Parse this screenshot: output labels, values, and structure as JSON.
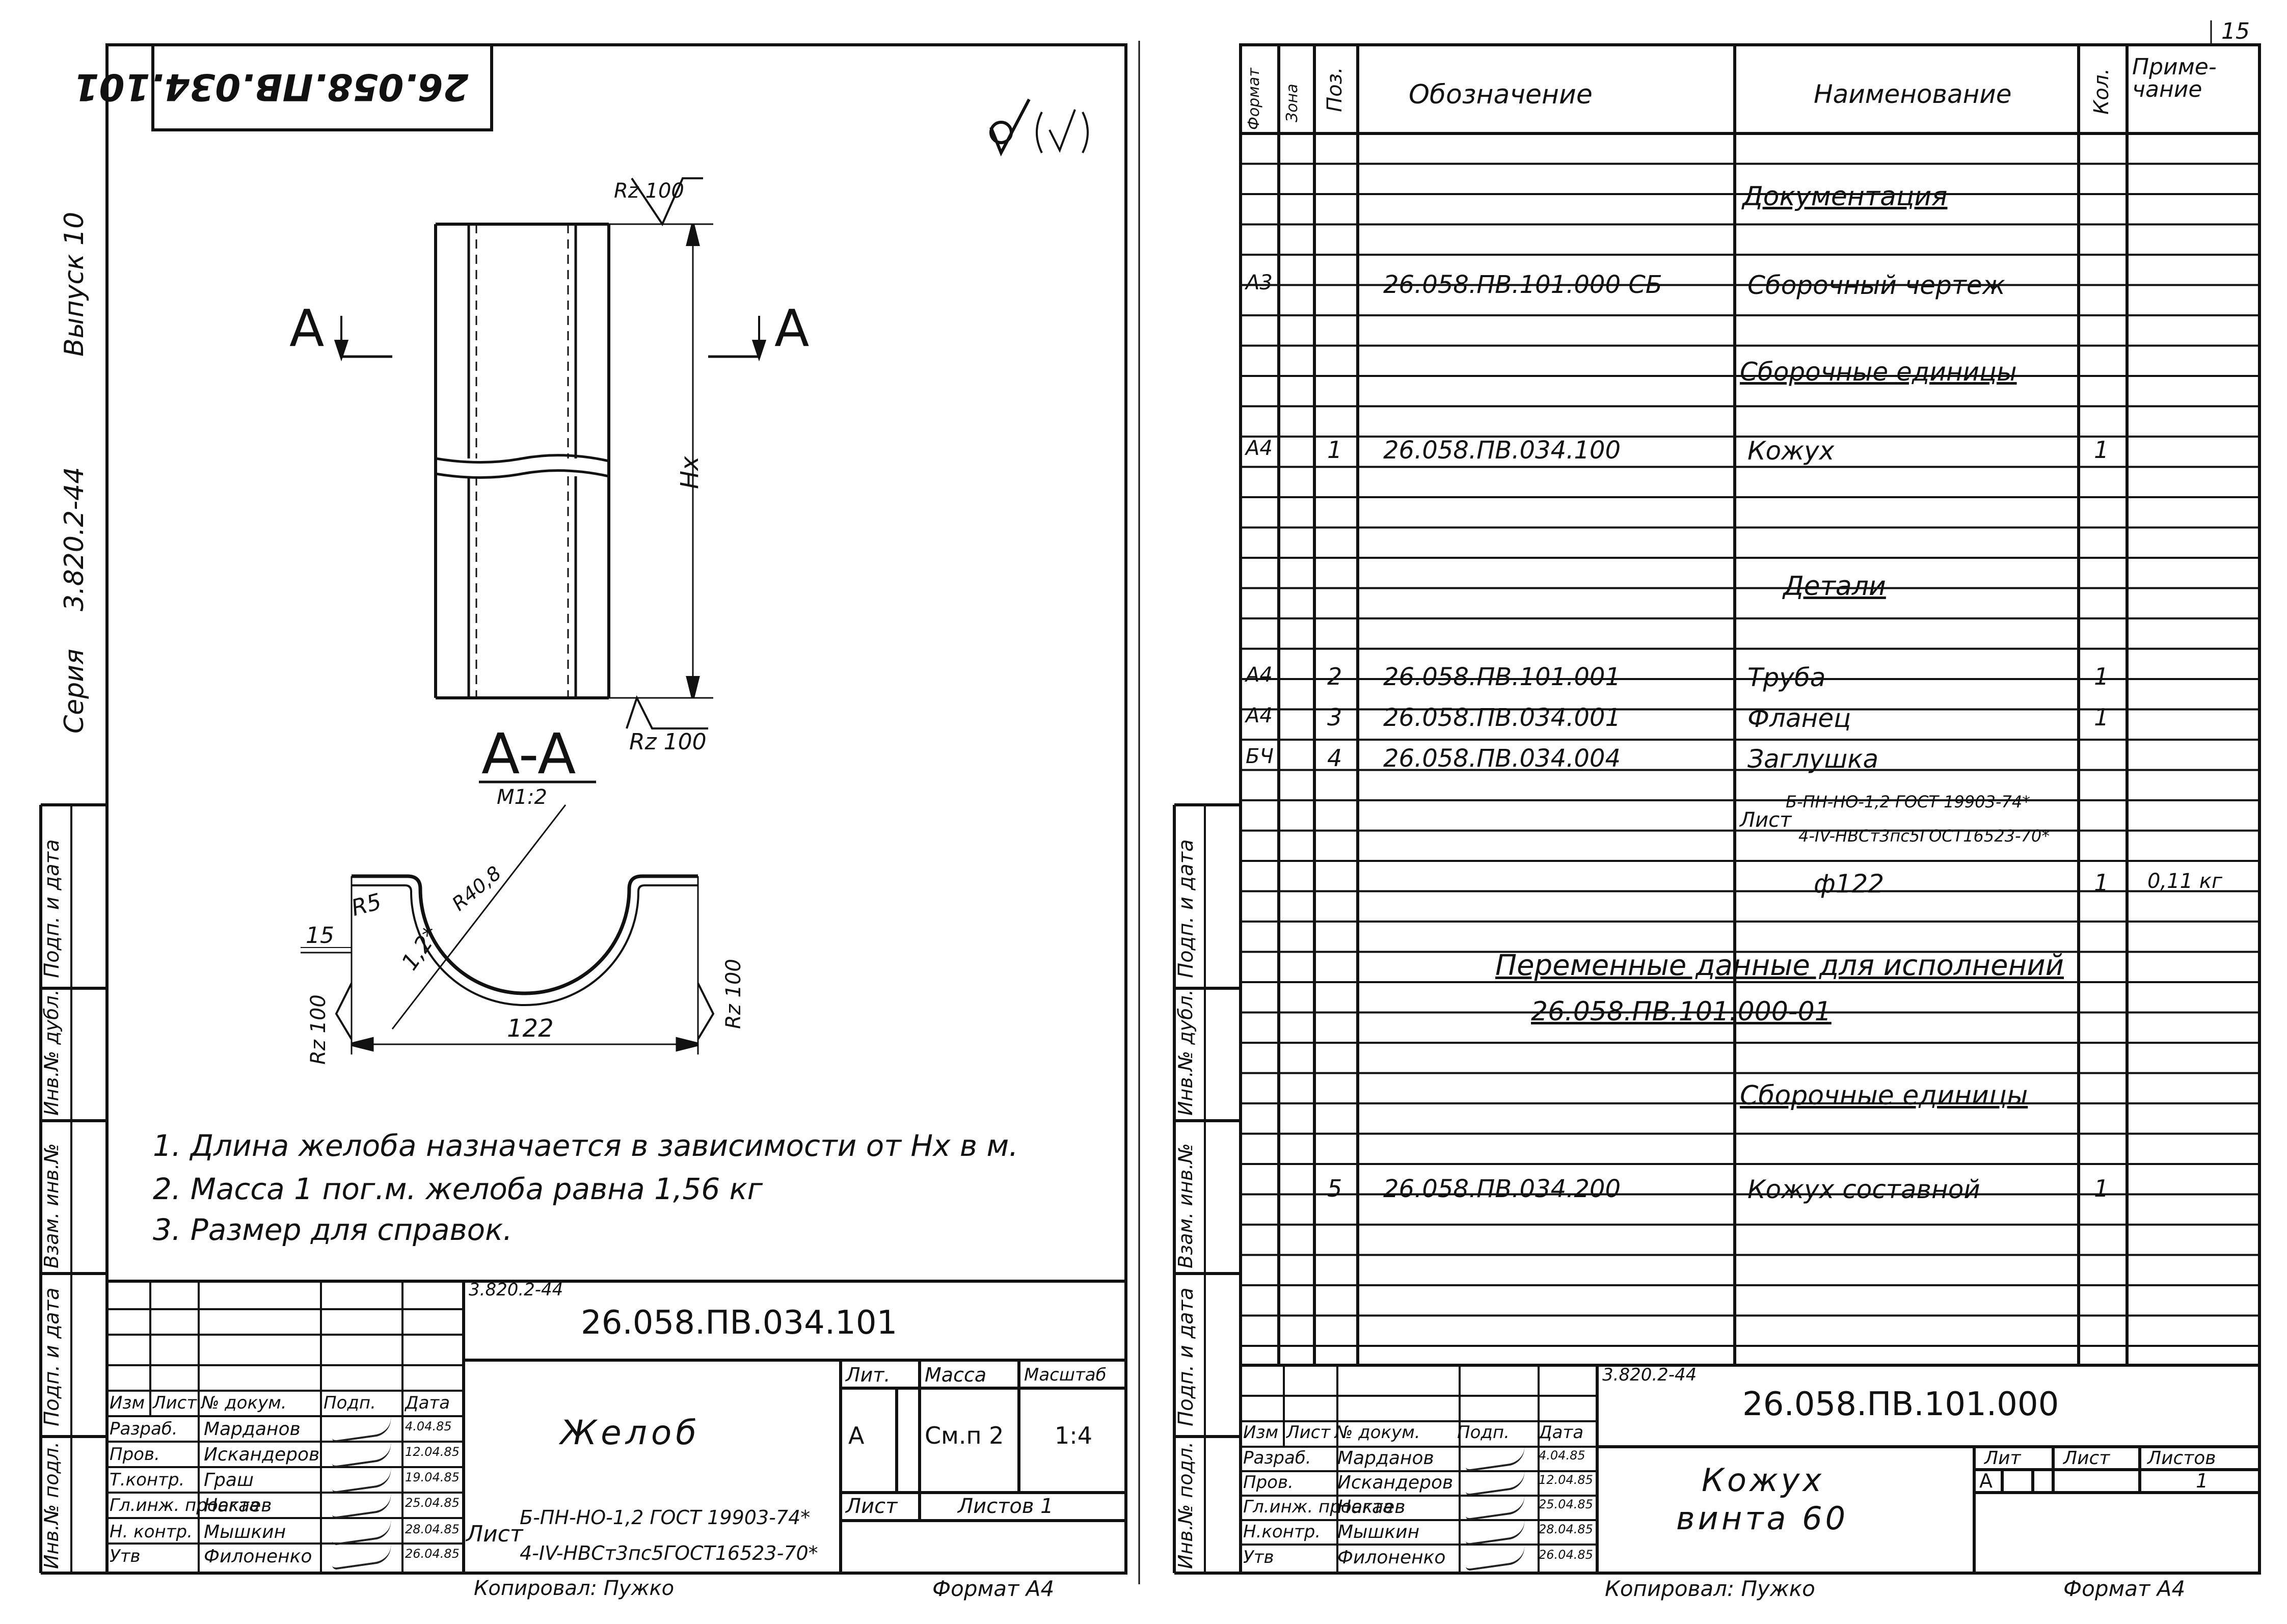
{
  "page_number": "15",
  "left": {
    "top_rotated_code": "26.058.ПВ.034.101",
    "roughness_symbol": "∀(√)",
    "side": {
      "vypusk": "Выпуск 10",
      "series_code": "3.820.2-44",
      "seria": "Серия",
      "podp_data_1": "Подп. и дата",
      "inv_dubl": "Инв.№ дубл.",
      "vzam_inv": "Взам. инв.№",
      "podp_data_2": "Подп. и дата",
      "inv_podl": "Инв.№ подл."
    },
    "drawing": {
      "rz_top": "Rz 100",
      "section_a_left": "A",
      "section_a_right": "A",
      "dim_hx": "Hx",
      "rz_bottom": "Rz 100",
      "section_title": "A-A",
      "section_scale": "M1:2",
      "r5": "R5",
      "r40": "R40,8",
      "thickness": "1,2*",
      "dim_15": "15",
      "dim_122": "122",
      "rz_left": "Rz 100",
      "rz_right": "Rz 100"
    },
    "notes": [
      "1. Длина желоба назначается в зависимости от Hx в м.",
      "2. Масса 1 пог.м. желоба равна 1,56 кг",
      "3. Размер для справок."
    ],
    "stamp": {
      "series_small": "3.820.2-44",
      "code": "26.058.ПВ.034.101",
      "name": "Желоб",
      "lit_header": "Лит.",
      "mass_header": "Масса",
      "scale_header": "Масштаб",
      "lit": "А",
      "mass": "См.п 2",
      "scale": "1:4",
      "sheet_label": "Лист",
      "sheets_label": "Листов 1",
      "material_prefix": "Лист",
      "material_line1": "Б-ПН-НО-1,2 ГОСТ 19903-74*",
      "material_line2": "4-IV-НВСт3пс5ГОСТ16523-70*",
      "col_headers": [
        "Изм",
        "Лист",
        "№ докум.",
        "Подп.",
        "Дата"
      ],
      "roles": [
        "Разраб.",
        "Пров.",
        "Т.контр.",
        "Гл.инж. проекта",
        "Н. контр.",
        "Утв"
      ],
      "names": [
        "Марданов",
        "Искандеров",
        "Граш",
        "Нагаев",
        "Мышкин",
        "Филоненко"
      ],
      "dates": [
        "4.04.85",
        "12.04.85",
        "19.04.85",
        "25.04.85",
        "28.04.85",
        "26.04.85"
      ],
      "copied": "Копировал: Пужко",
      "format": "Формат А4"
    }
  },
  "right": {
    "side": {
      "podp_data_1": "Подп. и дата",
      "inv_dubl": "Инв.№ дубл.",
      "vzam_inv": "Взам. инв.№",
      "podp_data_2": "Подп. и дата",
      "inv_podl": "Инв.№ подл."
    },
    "headers": {
      "format": "Формат",
      "zona": "Зона",
      "poz": "Поз.",
      "oboznachenie": "Обозначение",
      "naimenovanie": "Наименование",
      "kol": "Кол.",
      "primechanie": "Приме-чание"
    },
    "sections": {
      "doc": "Документация",
      "asm1": "Сборочные единицы",
      "details": "Детали",
      "variable": "Переменные данные для исполнений",
      "variant": "26.058.ПВ.101.000-01",
      "asm2": "Сборочные единицы"
    },
    "rows": [
      {
        "format": "А3",
        "poz": "",
        "code": "26.058.ПВ.101.000 СБ",
        "name": "Сборочный чертеж",
        "qty": "",
        "note": ""
      },
      {
        "format": "А4",
        "poz": "1",
        "code": "26.058.ПВ.034.100",
        "name": "Кожух",
        "qty": "1",
        "note": ""
      },
      {
        "format": "А4",
        "poz": "2",
        "code": "26.058.ПВ.101.001",
        "name": "Труба",
        "qty": "1",
        "note": ""
      },
      {
        "format": "А4",
        "poz": "3",
        "code": "26.058.ПВ.034.001",
        "name": "Фланец",
        "qty": "1",
        "note": ""
      },
      {
        "format": "БЧ",
        "poz": "4",
        "code": "26.058.ПВ.034.004",
        "name": "Заглушка",
        "qty": "",
        "note": ""
      },
      {
        "format": "",
        "poz": "",
        "code": "",
        "name": "ф122",
        "qty": "1",
        "note": "0,11 кг"
      },
      {
        "format": "",
        "poz": "5",
        "code": "26.058.ПВ.034.200",
        "name": "Кожух составной",
        "qty": "1",
        "note": ""
      }
    ],
    "material": {
      "prefix": "Лист",
      "line1": "Б-ПН-НО-1,2 ГОСТ 19903-74*",
      "line2": "4-IV-НВСт3пс5ГОСТ16523-70*"
    },
    "stamp": {
      "series_small": "3.820.2-44",
      "code": "26.058.ПВ.101.000",
      "name_line1": "Кожух",
      "name_line2": "винта 60",
      "lit_header": "Лит",
      "sheet_header": "Лист",
      "sheets_header": "Листов",
      "lit": "А",
      "sheets": "1",
      "col_headers": [
        "Изм",
        "Лист",
        "№ докум.",
        "Подп.",
        "Дата"
      ],
      "roles": [
        "Разраб.",
        "Пров.",
        "Гл.инж. проекта",
        "Н.контр.",
        "Утв"
      ],
      "names": [
        "Марданов",
        "Искандеров",
        "Нагаев",
        "Мышкин",
        "Филоненко"
      ],
      "dates": [
        "4.04.85",
        "12.04.85",
        "25.04.85",
        "28.04.85",
        "26.04.85"
      ],
      "copied": "Копировал: Пужко",
      "format": "Формат А4"
    }
  }
}
